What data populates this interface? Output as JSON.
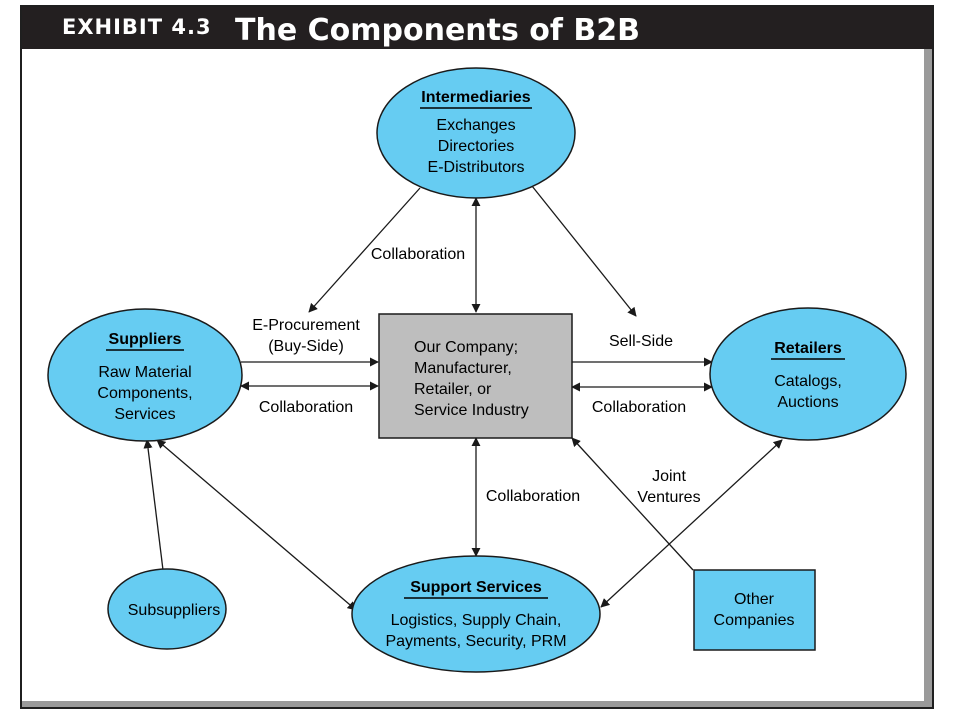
{
  "header": {
    "exhibit": "EXHIBIT 4.3",
    "title": "The Components of B2B"
  },
  "colors": {
    "node_fill": "#66ccf2",
    "center_fill": "#bebebe",
    "title_bar": "#231f20",
    "stroke": "#1a1a1a"
  },
  "nodes": {
    "intermediaries": {
      "title": "Intermediaries",
      "lines": [
        "Exchanges",
        "Directories",
        "E-Distributors"
      ]
    },
    "suppliers": {
      "title": "Suppliers",
      "lines": [
        "Raw Material",
        "Components,",
        "Services"
      ]
    },
    "company": {
      "lines": [
        "Our Company;",
        "Manufacturer,",
        "Retailer, or",
        "Service Industry"
      ]
    },
    "retailers": {
      "title": "Retailers",
      "lines": [
        "Catalogs,",
        "Auctions"
      ]
    },
    "subsuppliers": {
      "label": "Subsuppliers"
    },
    "support": {
      "title": "Support Services",
      "lines": [
        "Logistics, Supply Chain,",
        "Payments, Security, PRM"
      ]
    },
    "other": {
      "lines": [
        "Other",
        "Companies"
      ]
    }
  },
  "edge_labels": {
    "collab_top": "Collaboration",
    "eproc_1": "E-Procurement",
    "eproc_2": "(Buy-Side)",
    "collab_left": "Collaboration",
    "sellside": "Sell-Side",
    "collab_right": "Collaboration",
    "collab_bottom": "Collaboration",
    "joint_1": "Joint",
    "joint_2": "Ventures"
  }
}
